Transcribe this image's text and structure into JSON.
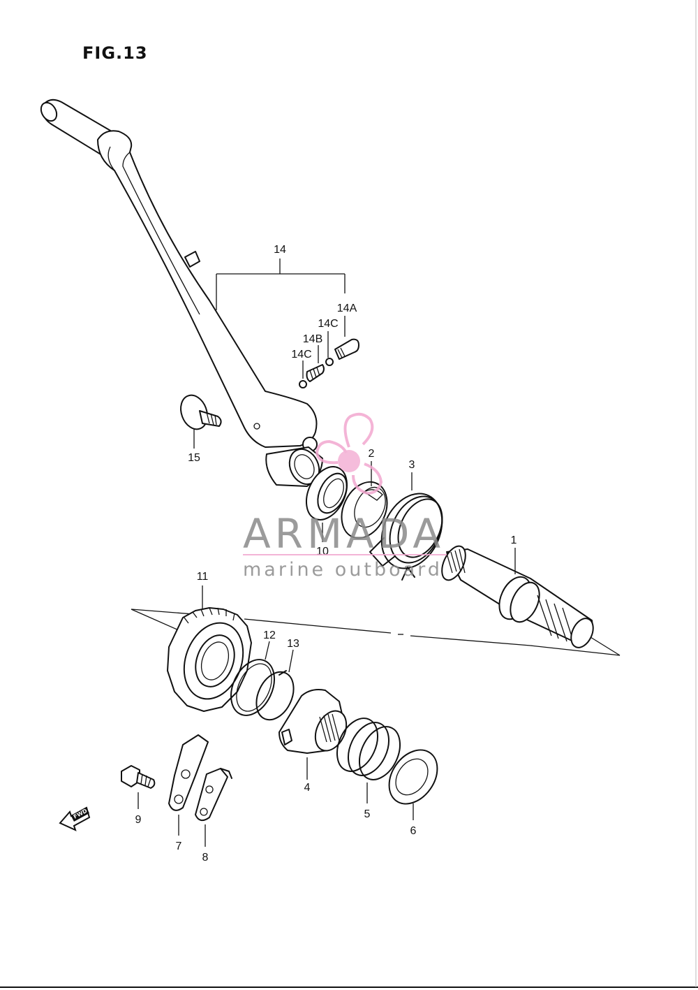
{
  "figure": {
    "title": "FIG.13"
  },
  "callouts": {
    "p1": "1",
    "p2": "2",
    "p3": "3",
    "p4": "4",
    "p5": "5",
    "p6": "6",
    "p7": "7",
    "p8": "8",
    "p9": "9",
    "p10": "10",
    "p11": "11",
    "p12": "12",
    "p13": "13",
    "p14": "14",
    "p14a": "14A",
    "p14b": "14B",
    "p14c_upper": "14C",
    "p14c_lower": "14C",
    "p15": "15"
  },
  "fwd_arrow": {
    "label": "FWD"
  },
  "watermark": {
    "brand": "ARMADA",
    "tagline": "marine outboard",
    "color": "#f2a7cf",
    "text_color": "#8a8a8a"
  },
  "icons": {
    "watermark_logo": "propeller-icon",
    "direction": "fwd-arrow-icon"
  }
}
